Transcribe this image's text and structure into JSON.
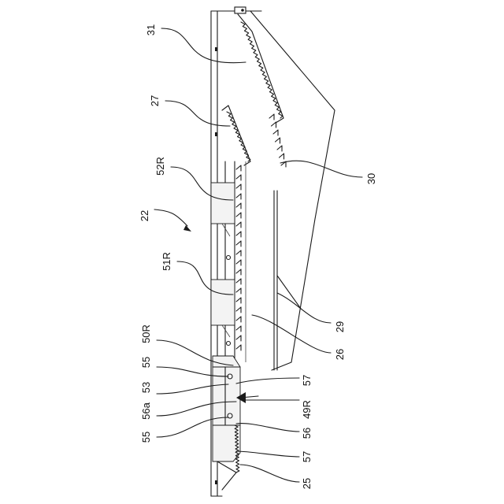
{
  "refs": {
    "r31": "31",
    "r27": "27",
    "r52R": "52R",
    "r22": "22",
    "r51R": "51R",
    "r50R": "50R",
    "r55a": "55",
    "r53": "53",
    "r56a": "56a",
    "r55b": "55",
    "r30": "30",
    "r29": "29",
    "r26": "26",
    "r57a": "57",
    "r49R": "49R",
    "r56": "56",
    "r57b": "57",
    "r25": "25"
  },
  "colors": {
    "ink": "#1a1a1a",
    "paper": "#ffffff"
  }
}
